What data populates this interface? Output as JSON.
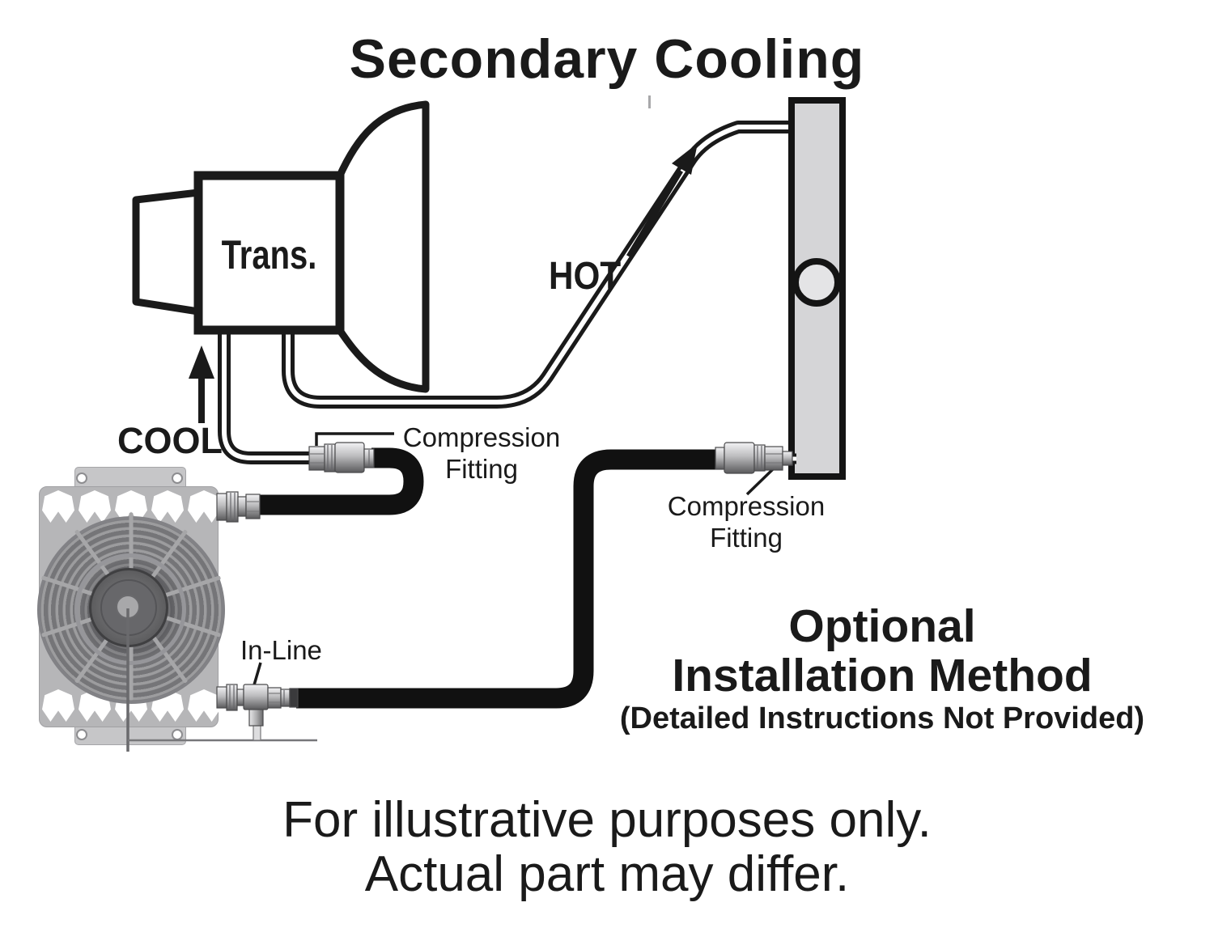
{
  "title": "Secondary Cooling",
  "diagram": {
    "transmission_label": "Trans.",
    "hot_label": "HOT",
    "cool_label": "COOL",
    "compression_fitting_1": {
      "line1": "Compression",
      "line2": "Fitting"
    },
    "compression_fitting_2": {
      "line1": "Compression",
      "line2": "Fitting"
    },
    "inline_label": "In-Line"
  },
  "optional_note": {
    "line1": "Optional",
    "line2": "Installation Method",
    "line3": "(Detailed Instructions Not Provided)"
  },
  "disclaimer": {
    "line1": "For illustrative purposes only.",
    "line2": "Actual part may differ."
  },
  "colors": {
    "line_color": "#1a1a1a",
    "radiator_fill": "#d5d5d7",
    "radiator_port_fill": "#e4e4e6",
    "cooler_plate": "#b6b6b8",
    "hose_color": "#111111",
    "fitting_metal_light": "#f2f2f4",
    "fitting_metal_dark": "#5a5a5c"
  }
}
